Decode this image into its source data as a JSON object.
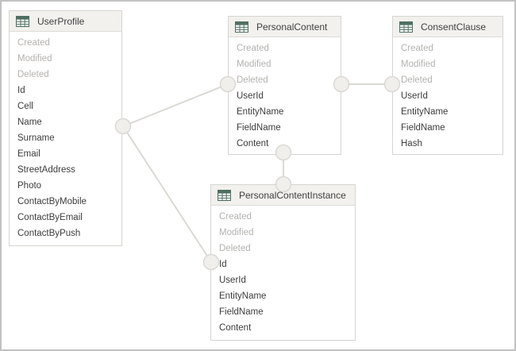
{
  "diagram": {
    "type": "entity-relationship-diagram",
    "colors": {
      "canvas_bg": "#ffffff",
      "outer_border": "#c2c2c2",
      "entity_border": "#d7d5d1",
      "header_bg": "#f2f1ee",
      "title_text": "#3f3f3f",
      "field_text": "#3c3c3c",
      "muted_field_text": "#b4b2af",
      "connector": "#dbd9d4",
      "connector_fill": "#f1efec",
      "table_icon": "#4e7063"
    },
    "tables": [
      {
        "title": "UserProfile",
        "icon": "table-grid-icon",
        "fields": [
          {
            "name": "Created",
            "muted": true
          },
          {
            "name": "Modified",
            "muted": true
          },
          {
            "name": "Deleted",
            "muted": true
          },
          {
            "name": "Id",
            "muted": false
          },
          {
            "name": "Cell",
            "muted": false
          },
          {
            "name": "Name",
            "muted": false
          },
          {
            "name": "Surname",
            "muted": false
          },
          {
            "name": "Email",
            "muted": false
          },
          {
            "name": "StreetAddress",
            "muted": false
          },
          {
            "name": "Photo",
            "muted": false
          },
          {
            "name": "ContactByMobile",
            "muted": false
          },
          {
            "name": "ContactByEmail",
            "muted": false
          },
          {
            "name": "ContactByPush",
            "muted": false
          }
        ]
      },
      {
        "title": "PersonalContent",
        "icon": "table-grid-icon",
        "fields": [
          {
            "name": "Created",
            "muted": true
          },
          {
            "name": "Modified",
            "muted": true
          },
          {
            "name": "Deleted",
            "muted": true
          },
          {
            "name": "UserId",
            "muted": false
          },
          {
            "name": "EntityName",
            "muted": false
          },
          {
            "name": "FieldName",
            "muted": false
          },
          {
            "name": "Content",
            "muted": false
          }
        ]
      },
      {
        "title": "ConsentClause",
        "icon": "table-grid-icon",
        "fields": [
          {
            "name": "Created",
            "muted": true
          },
          {
            "name": "Modified",
            "muted": true
          },
          {
            "name": "Deleted",
            "muted": true
          },
          {
            "name": "UserId",
            "muted": false
          },
          {
            "name": "EntityName",
            "muted": false
          },
          {
            "name": "FieldName",
            "muted": false
          },
          {
            "name": "Hash",
            "muted": false
          }
        ]
      },
      {
        "title": "PersonalContentInstance",
        "icon": "table-grid-icon",
        "fields": [
          {
            "name": "Created",
            "muted": true
          },
          {
            "name": "Modified",
            "muted": true
          },
          {
            "name": "Deleted",
            "muted": true
          },
          {
            "name": "Id",
            "muted": false
          },
          {
            "name": "UserId",
            "muted": false
          },
          {
            "name": "EntityName",
            "muted": false
          },
          {
            "name": "FieldName",
            "muted": false
          },
          {
            "name": "Content",
            "muted": false
          }
        ]
      }
    ],
    "connections": [
      {
        "from": "UserProfile",
        "to": "PersonalContent"
      },
      {
        "from": "UserProfile",
        "to": "PersonalContentInstance"
      },
      {
        "from": "PersonalContent",
        "to": "ConsentClause"
      },
      {
        "from": "PersonalContent",
        "to": "PersonalContentInstance"
      }
    ]
  }
}
